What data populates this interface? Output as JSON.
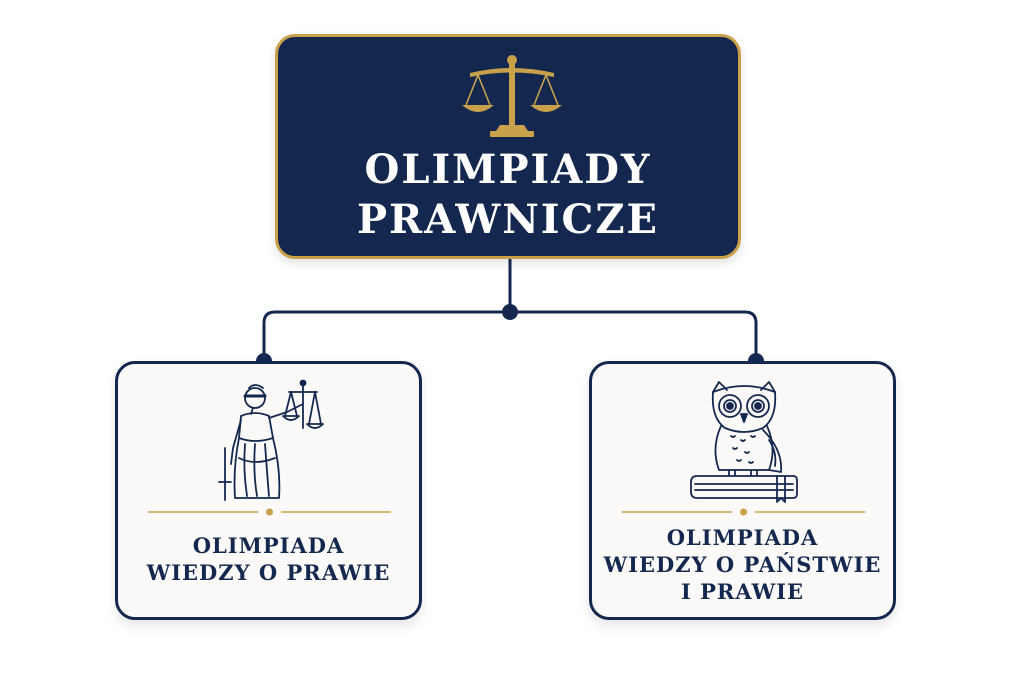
{
  "root": {
    "title_lines": [
      "OLIMPIADY",
      "PRAWNICZE"
    ],
    "icon": "scales-of-justice-icon"
  },
  "children": [
    {
      "title_lines": [
        "OLIMPIADA",
        "WIEDZY O PRAWIE"
      ],
      "icon": "lady-justice-icon"
    },
    {
      "title_lines": [
        "OLIMPIADA",
        "WIEDZY O PAŃSTWIE",
        "I PRAWIE"
      ],
      "icon": "owl-on-book-icon"
    }
  ],
  "colors": {
    "navy": "#14284f",
    "gold": "#c9a14a",
    "card_background": "#fbfaf8"
  }
}
